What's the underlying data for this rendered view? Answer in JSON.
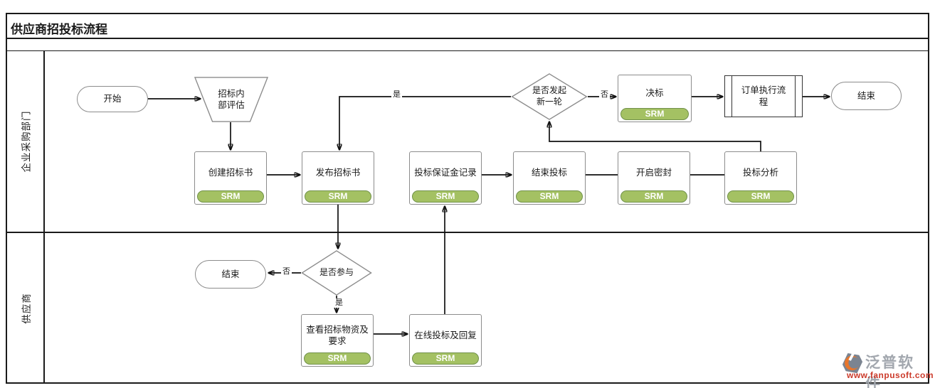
{
  "title": "供应商招投标流程",
  "lanes": {
    "lane1": "企业采购部门",
    "lane2": "供应商"
  },
  "nodes": {
    "start": {
      "label": "开始"
    },
    "internal_eval": {
      "label": "招标内部评估"
    },
    "create_bid": {
      "label": "创建招标书",
      "badge": "SRM"
    },
    "publish_bid": {
      "label": "发布招标书",
      "badge": "SRM"
    },
    "deposit_record": {
      "label": "投标保证金记录",
      "badge": "SRM"
    },
    "end_bidding": {
      "label": "结束投标",
      "badge": "SRM"
    },
    "open_seal": {
      "label": "开启密封",
      "badge": "SRM"
    },
    "bid_analysis": {
      "label": "投标分析",
      "badge": "SRM"
    },
    "new_round_decision": {
      "label": "是否发起新一轮"
    },
    "award": {
      "label": "决标",
      "badge": "SRM"
    },
    "order_process": {
      "label": "订单执行流程"
    },
    "end_top": {
      "label": "结束"
    },
    "participate_decision": {
      "label": "是否参与"
    },
    "end_supplier": {
      "label": "结束"
    },
    "view_materials": {
      "label": "查看招标物资及要求",
      "badge": "SRM"
    },
    "online_bid": {
      "label": "在线投标及回复",
      "badge": "SRM"
    }
  },
  "edge_labels": {
    "new_round_yes": "是",
    "new_round_no": "否",
    "participate_no": "否",
    "participate_yes": "是"
  },
  "watermark": {
    "brand": "泛普软件",
    "url": "www.fanpusoft.com"
  },
  "colors": {
    "badge_fill": "#a4c163",
    "badge_border": "#71914b",
    "line": "#111111",
    "box_border": "#8c8c8c",
    "brand_gray": "#a2a7ae",
    "url_red": "#cc3a2a",
    "logo_orange": "#e8762c"
  }
}
